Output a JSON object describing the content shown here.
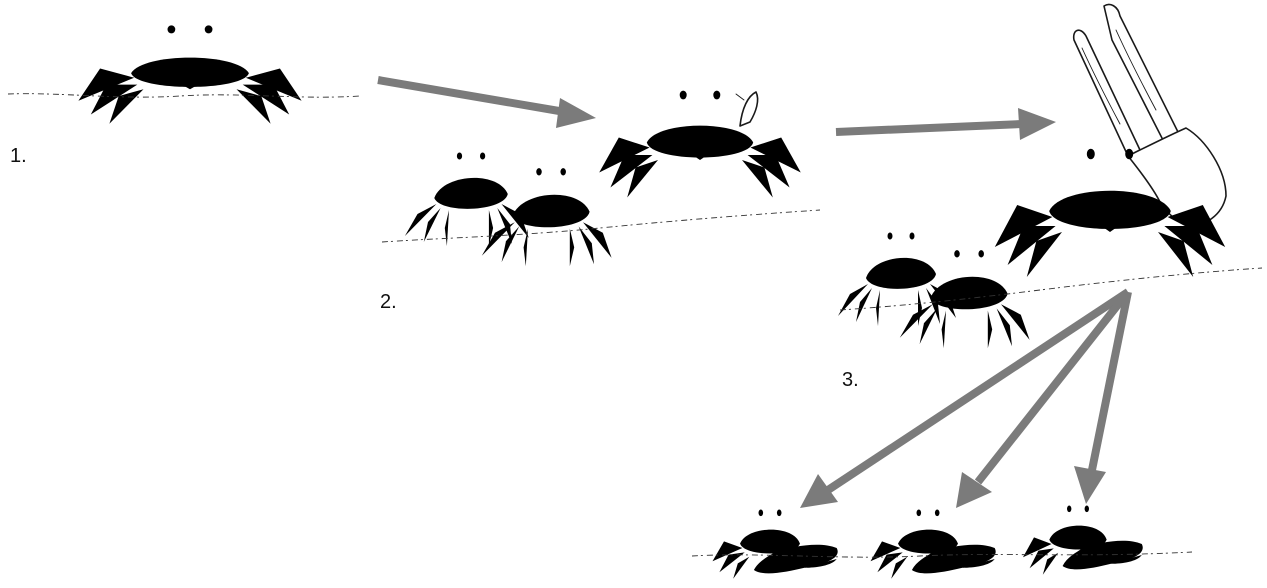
{
  "labels": {
    "stage1": "1.",
    "stage2": "2.",
    "stage3": "3."
  },
  "colors": {
    "arrow": "#7b7b7b",
    "ink": "#1a1a1a",
    "background": "#ffffff"
  }
}
